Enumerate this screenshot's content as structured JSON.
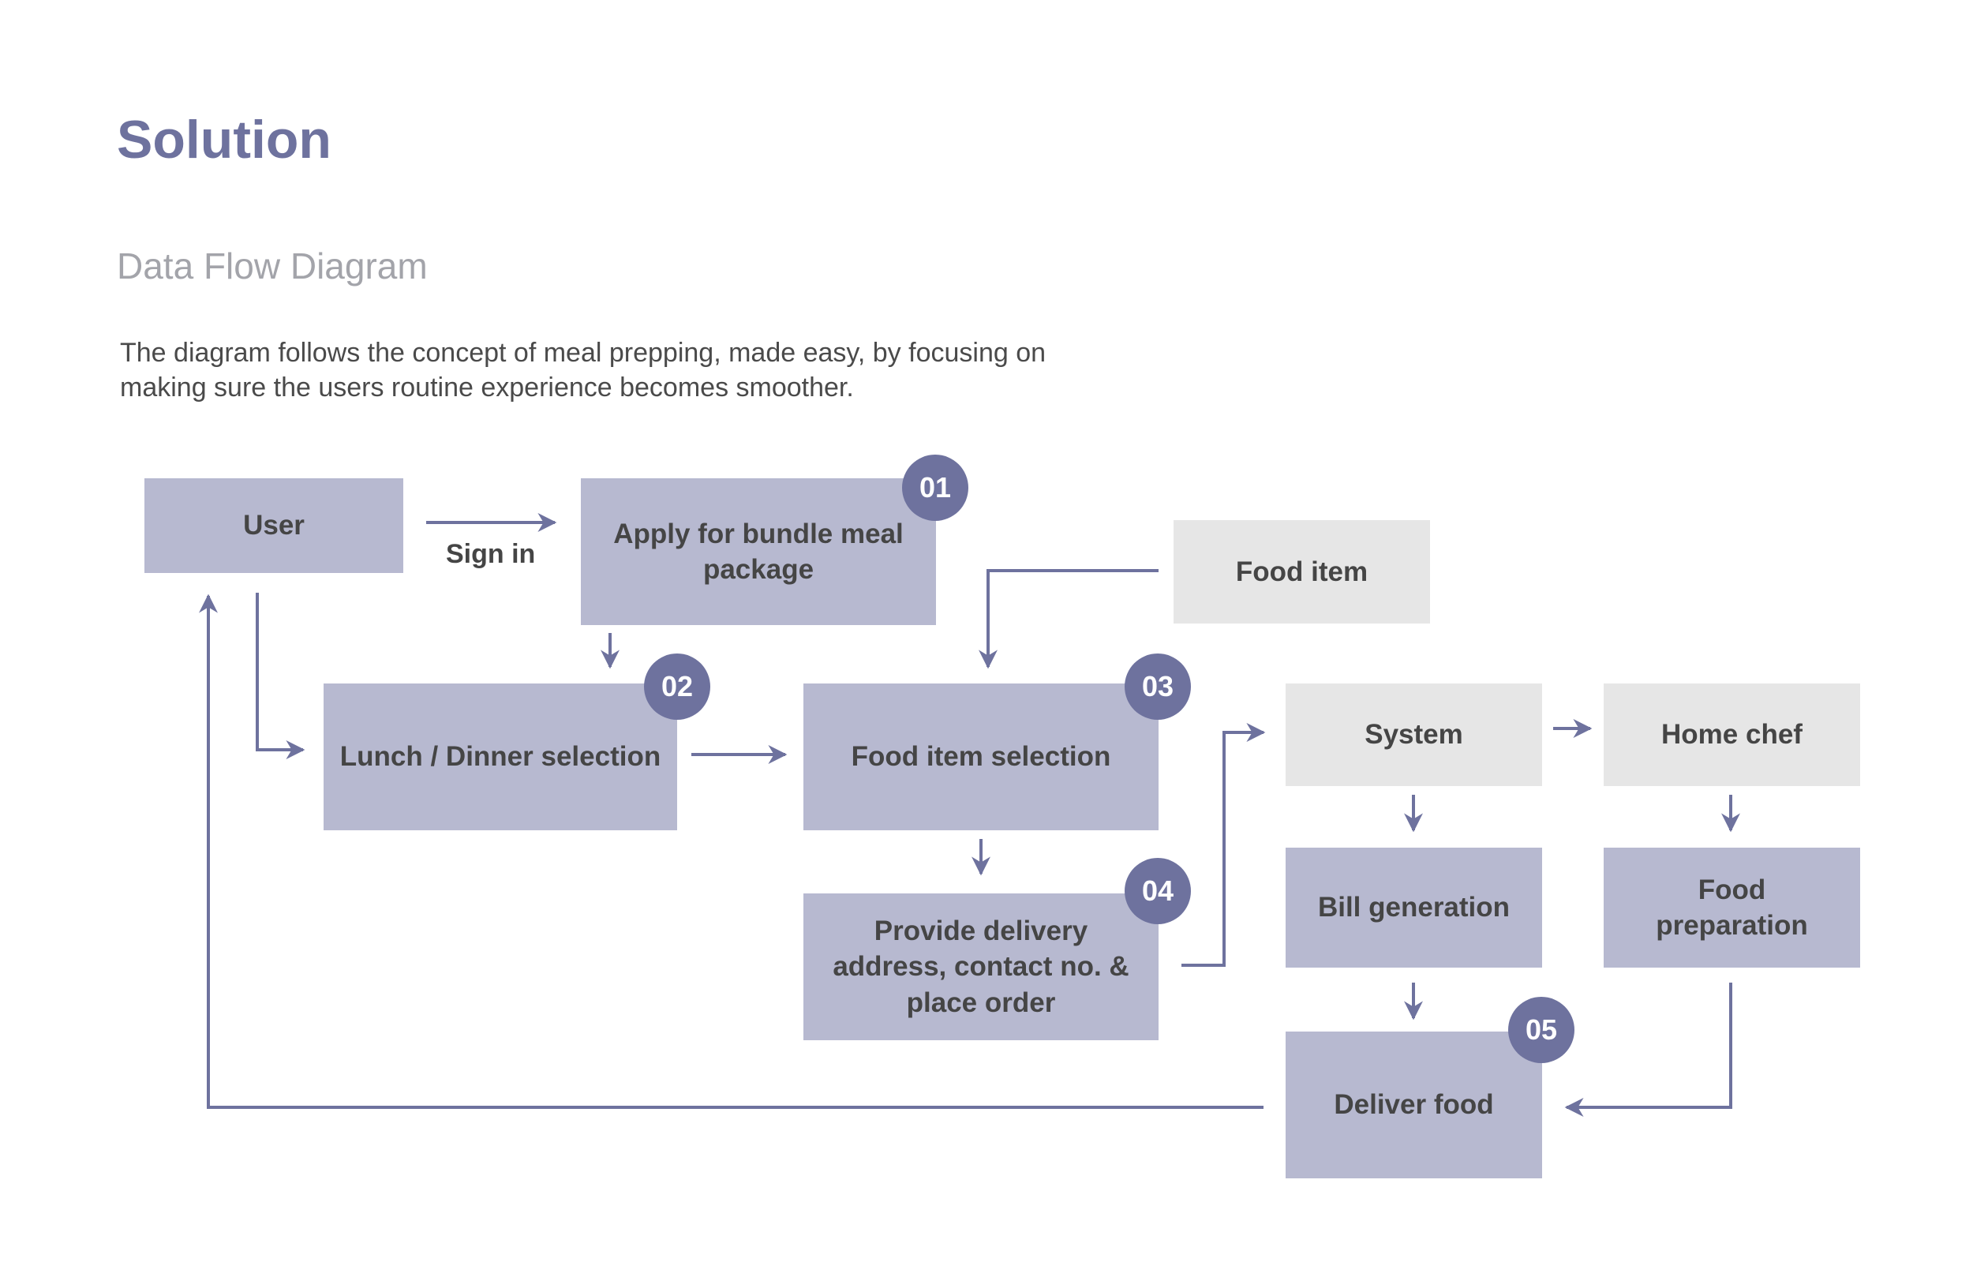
{
  "header": {
    "title": "Solution",
    "subtitle": "Data Flow Diagram",
    "description_lines": [
      "The diagram follows the concept of meal prepping, made easy, by focusing on",
      "making sure the users routine experience becomes smoother."
    ]
  },
  "colors": {
    "accent": "#6e729e",
    "node_purple": "#b7b9d0",
    "node_gray": "#e6e6e6",
    "text": "#454545"
  },
  "nodes": {
    "user": "User",
    "apply": "Apply for bundle meal package",
    "food_item": "Food item",
    "lunch_dinner": "Lunch / Dinner selection",
    "food_selection": "Food item selection",
    "system": "System",
    "home_chef": "Home chef",
    "delivery": "Provide delivery address, contact no. & place order",
    "bill": "Bill generation",
    "food_prep": "Food preparation",
    "deliver_food": "Deliver food"
  },
  "edge_labels": {
    "sign_in": "Sign in"
  },
  "badges": {
    "b1": "01",
    "b2": "02",
    "b3": "03",
    "b4": "04",
    "b5": "05"
  }
}
